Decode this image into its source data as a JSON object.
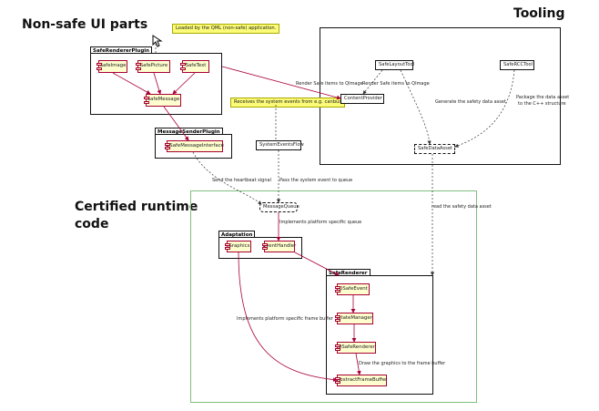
{
  "titles": {
    "non_safe": "Non-safe UI parts",
    "tooling": "Tooling",
    "certified_line1": "Certified runtime",
    "certified_line2": "code"
  },
  "packages": {
    "safe_renderer_plugin": "SafeRendererPlugin",
    "message_sender_plugin": "MessageSenderPlugin",
    "adaptation": "Adaptation",
    "safe_renderer": "SafeRenderer"
  },
  "components": {
    "safe_image": "SafeImage",
    "safe_picture": "SafePicture",
    "safe_text": "SafeText",
    "safe_message": "SafeMessage",
    "qsafe_message_interface": "QSafeMessageInterface",
    "graphics": "Graphics",
    "event_handler": "EventHandler",
    "qsafe_event": "QSafeEvent",
    "state_manager": "StateManager",
    "qsafe_renderer": "QSafeRenderer",
    "abstract_frame_buffer": "AbstractFrameBuffer"
  },
  "nodes": {
    "content_provider": "ContentProvider",
    "safe_layout_tool": "SafeLayoutTool",
    "safe_qcc_tool": "SafeRCCTool",
    "safe_data_asset": "SafeDataAsset",
    "system_events_flow": "SystemEventsFlow",
    "message_queue": "MessageQueue"
  },
  "notes": {
    "loaded_by_qml": "Loaded by the QML (non-safe) application.",
    "receives_events": "Receives the system events from e.g. canbus"
  },
  "edge_labels": {
    "render_safe_items_1": "Render Safe items to QImage",
    "render_safe_items_2": "Render Safe items to QImage",
    "generate_asset": "Generate the safety data asset",
    "package_asset_1": "Package the data asset",
    "package_asset_2": "to the C++ structure",
    "heartbeat": "Send the heartbeat signal",
    "pass_events": "Pass the system event to queue",
    "platform_queue": "Implements platform specific queue",
    "read_asset": "read the safety data asset",
    "platform_framebuffer": "Implements platform specific frame buffer",
    "draw_graphics": "Draw the graphics to the frame buffer"
  },
  "colors": {
    "component_fill": "#fefece",
    "component_border": "#a80036",
    "note_fill": "#fbfb77",
    "certified_border": "#7fbf7f",
    "arrow": "#a80036"
  }
}
